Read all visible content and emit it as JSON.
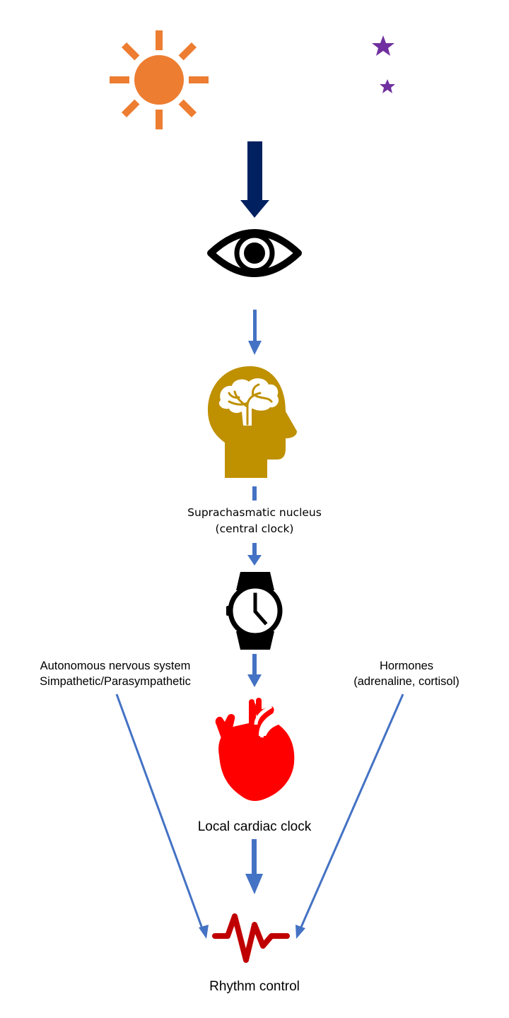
{
  "diagram": {
    "title": "Circadian regulation of cardiac rhythm",
    "colors": {
      "sun": "#ED7D31",
      "moon": "#7030A0",
      "light_arrow": "#002060",
      "flow_arrow": "#4472C4",
      "eye": "#000000",
      "brain_head": "#BF9000",
      "watch": "#000000",
      "heart": "#FF0000",
      "pulse": "#C00000"
    },
    "nodes": [
      {
        "id": "sun",
        "icon": "sun-icon"
      },
      {
        "id": "moon",
        "icon": "moon-stars-icon"
      },
      {
        "id": "eye",
        "icon": "eye-icon"
      },
      {
        "id": "brain",
        "icon": "head-brain-icon"
      },
      {
        "id": "clock",
        "icon": "wristwatch-icon"
      },
      {
        "id": "heart",
        "icon": "heart-icon"
      },
      {
        "id": "rhythm",
        "icon": "pulse-icon"
      }
    ],
    "labels": {
      "scn_line1": "Suprachasmatic nucleus",
      "scn_line2": "(central clock)",
      "ans_line1": "Autonomous nervous system",
      "ans_line2": "Simpathetic/Parasympathetic",
      "hormones_line1": "Hormones",
      "hormones_line2": "(adrenaline, cortisol)",
      "local_clock": "Local cardiac clock",
      "rhythm_control": "Rhythm control"
    },
    "edges": [
      {
        "from": "sun+moon",
        "to": "eye",
        "style": "thick"
      },
      {
        "from": "eye",
        "to": "brain"
      },
      {
        "from": "brain",
        "to": "clock"
      },
      {
        "from": "clock",
        "to": "heart"
      },
      {
        "from": "heart",
        "to": "rhythm"
      },
      {
        "from": "autonomous-nervous-system",
        "to": "rhythm"
      },
      {
        "from": "hormones",
        "to": "rhythm"
      }
    ]
  }
}
